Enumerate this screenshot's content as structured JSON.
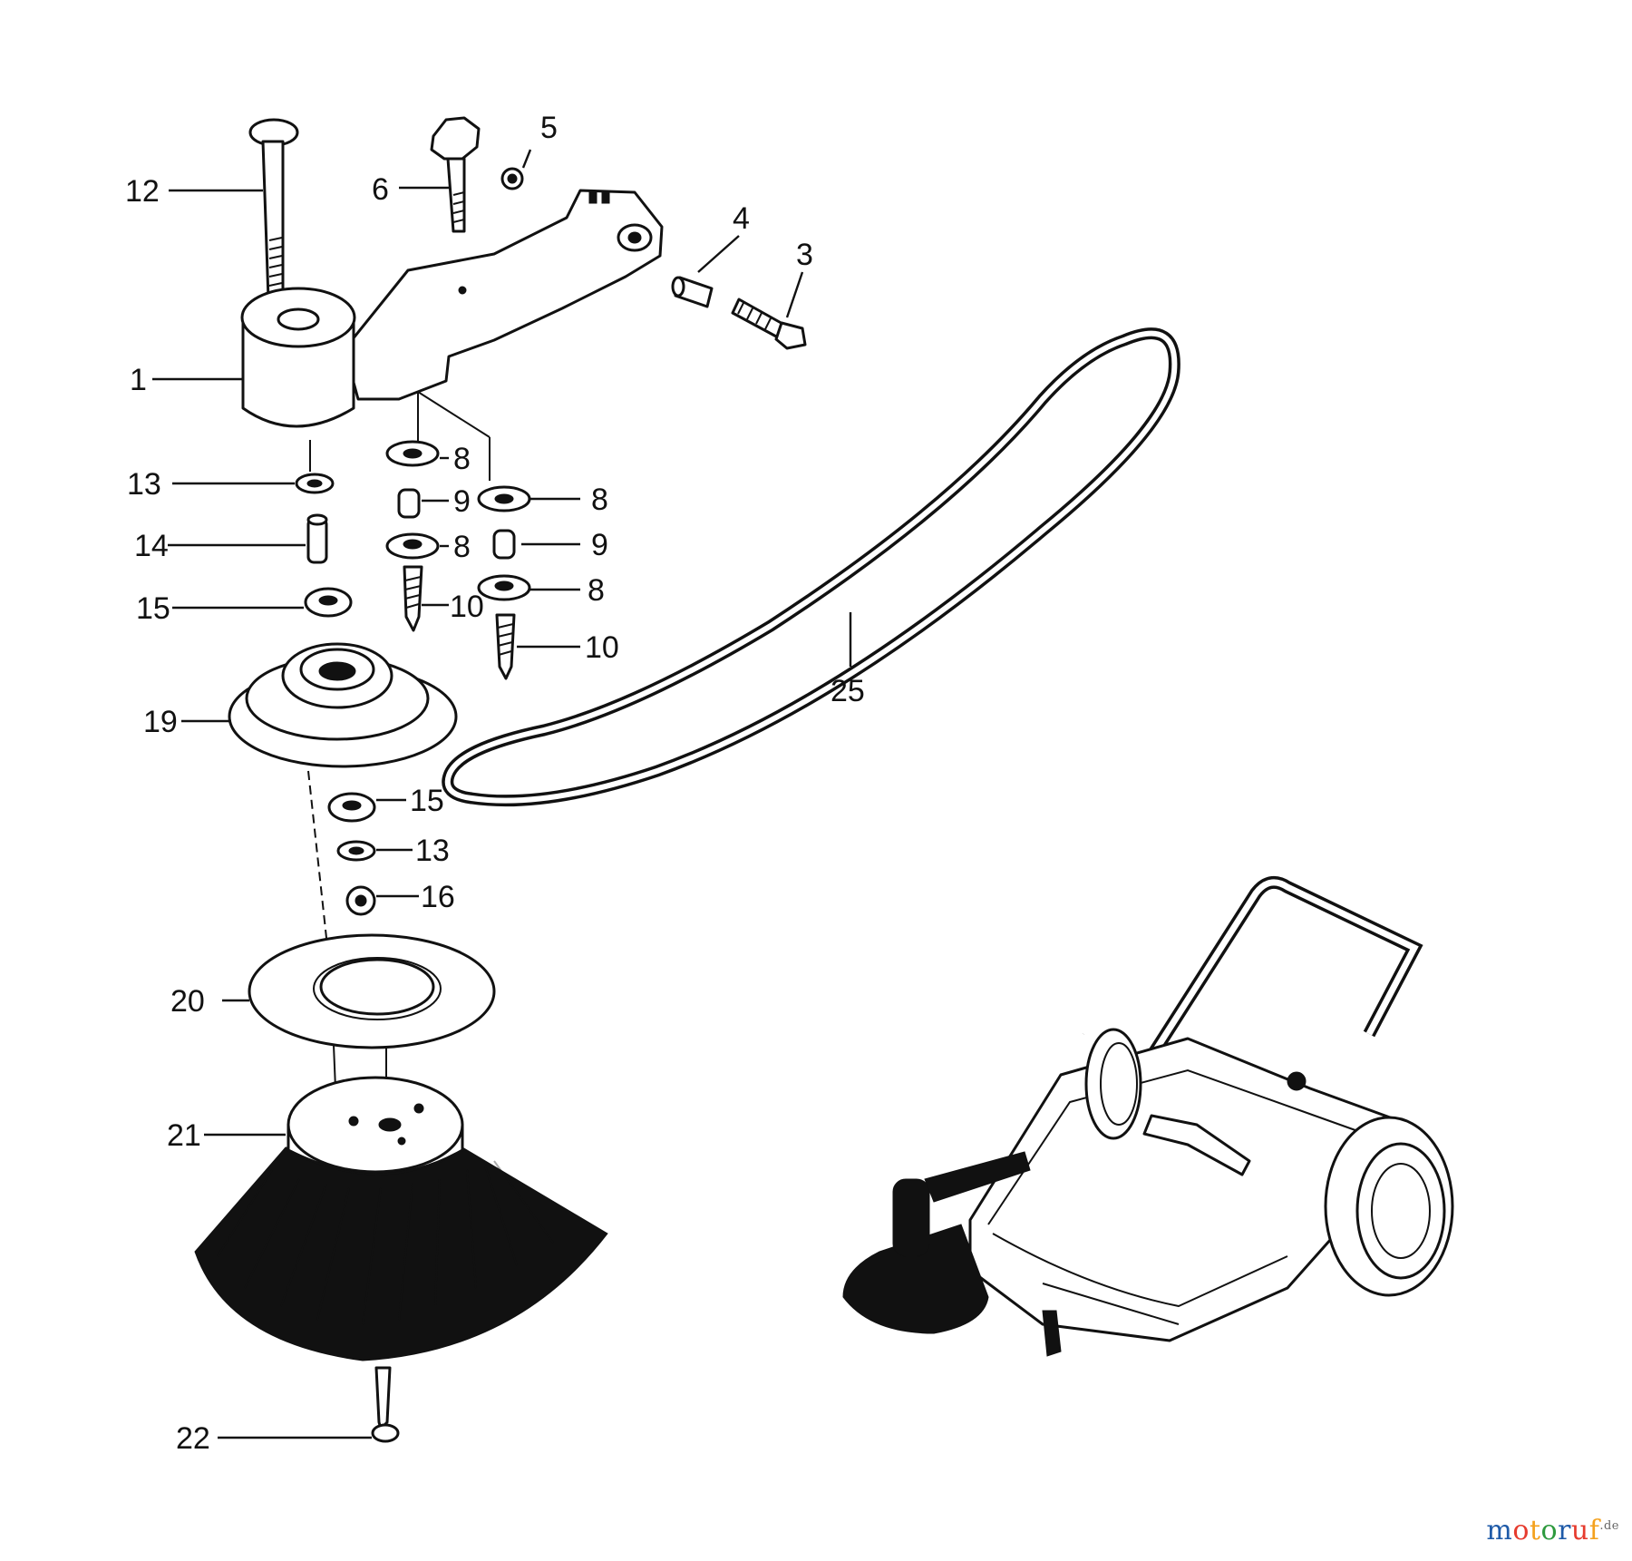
{
  "diagram": {
    "labels": {
      "p1": "1",
      "p3": "3",
      "p4": "4",
      "p5": "5",
      "p6": "6",
      "p8a": "8",
      "p8b": "8",
      "p8c": "8",
      "p8d": "8",
      "p9a": "9",
      "p9b": "9",
      "p10a": "10",
      "p10b": "10",
      "p12": "12",
      "p13a": "13",
      "p13b": "13",
      "p14": "14",
      "p15a": "15",
      "p15b": "15",
      "p16": "16",
      "p19": "19",
      "p20": "20",
      "p21": "21",
      "p22": "22",
      "p25": "25"
    }
  },
  "watermark": {
    "letters": [
      "m",
      "o",
      "t",
      "o",
      "r",
      "u",
      "f"
    ],
    "suffix": ".de",
    "colors": [
      "#1e5aa8",
      "#e63b2e",
      "#f4a11d",
      "#2e9a3e",
      "#1e5aa8",
      "#e63b2e",
      "#f4a11d"
    ]
  }
}
